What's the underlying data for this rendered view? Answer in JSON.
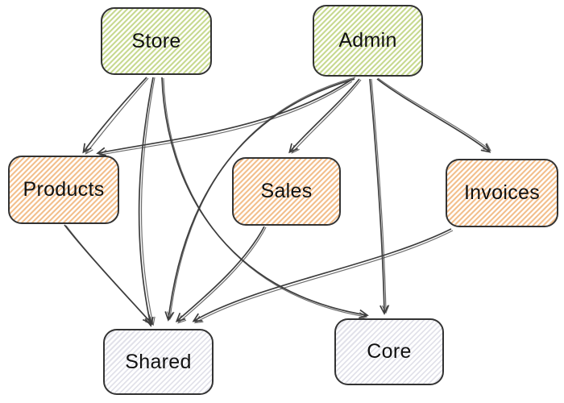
{
  "diagram": {
    "type": "dependency-graph",
    "nodes": [
      {
        "id": "store",
        "label": "Store",
        "group": "top-green"
      },
      {
        "id": "admin",
        "label": "Admin",
        "group": "top-green"
      },
      {
        "id": "products",
        "label": "Products",
        "group": "middle-orange"
      },
      {
        "id": "sales",
        "label": "Sales",
        "group": "middle-orange"
      },
      {
        "id": "invoices",
        "label": "Invoices",
        "group": "middle-orange"
      },
      {
        "id": "shared",
        "label": "Shared",
        "group": "bottom-gray"
      },
      {
        "id": "core",
        "label": "Core",
        "group": "bottom-gray"
      }
    ],
    "edges": [
      {
        "from": "Store",
        "to": "Products"
      },
      {
        "from": "Store",
        "to": "Shared"
      },
      {
        "from": "Store",
        "to": "Core"
      },
      {
        "from": "Admin",
        "to": "Products"
      },
      {
        "from": "Admin",
        "to": "Sales"
      },
      {
        "from": "Admin",
        "to": "Invoices"
      },
      {
        "from": "Admin",
        "to": "Shared"
      },
      {
        "from": "Admin",
        "to": "Core"
      },
      {
        "from": "Products",
        "to": "Shared"
      },
      {
        "from": "Sales",
        "to": "Shared"
      },
      {
        "from": "Invoices",
        "to": "Shared"
      }
    ],
    "colors": {
      "green_hatch": "#c8da92",
      "orange_hatch": "#f3c08e",
      "gray_hatch": "#e2e2ea",
      "node_border": "#333333",
      "edge_stroke": "#3d3d3d",
      "background": "#ffffff",
      "text": "#111111"
    },
    "style": "hand-drawn-sketch"
  }
}
